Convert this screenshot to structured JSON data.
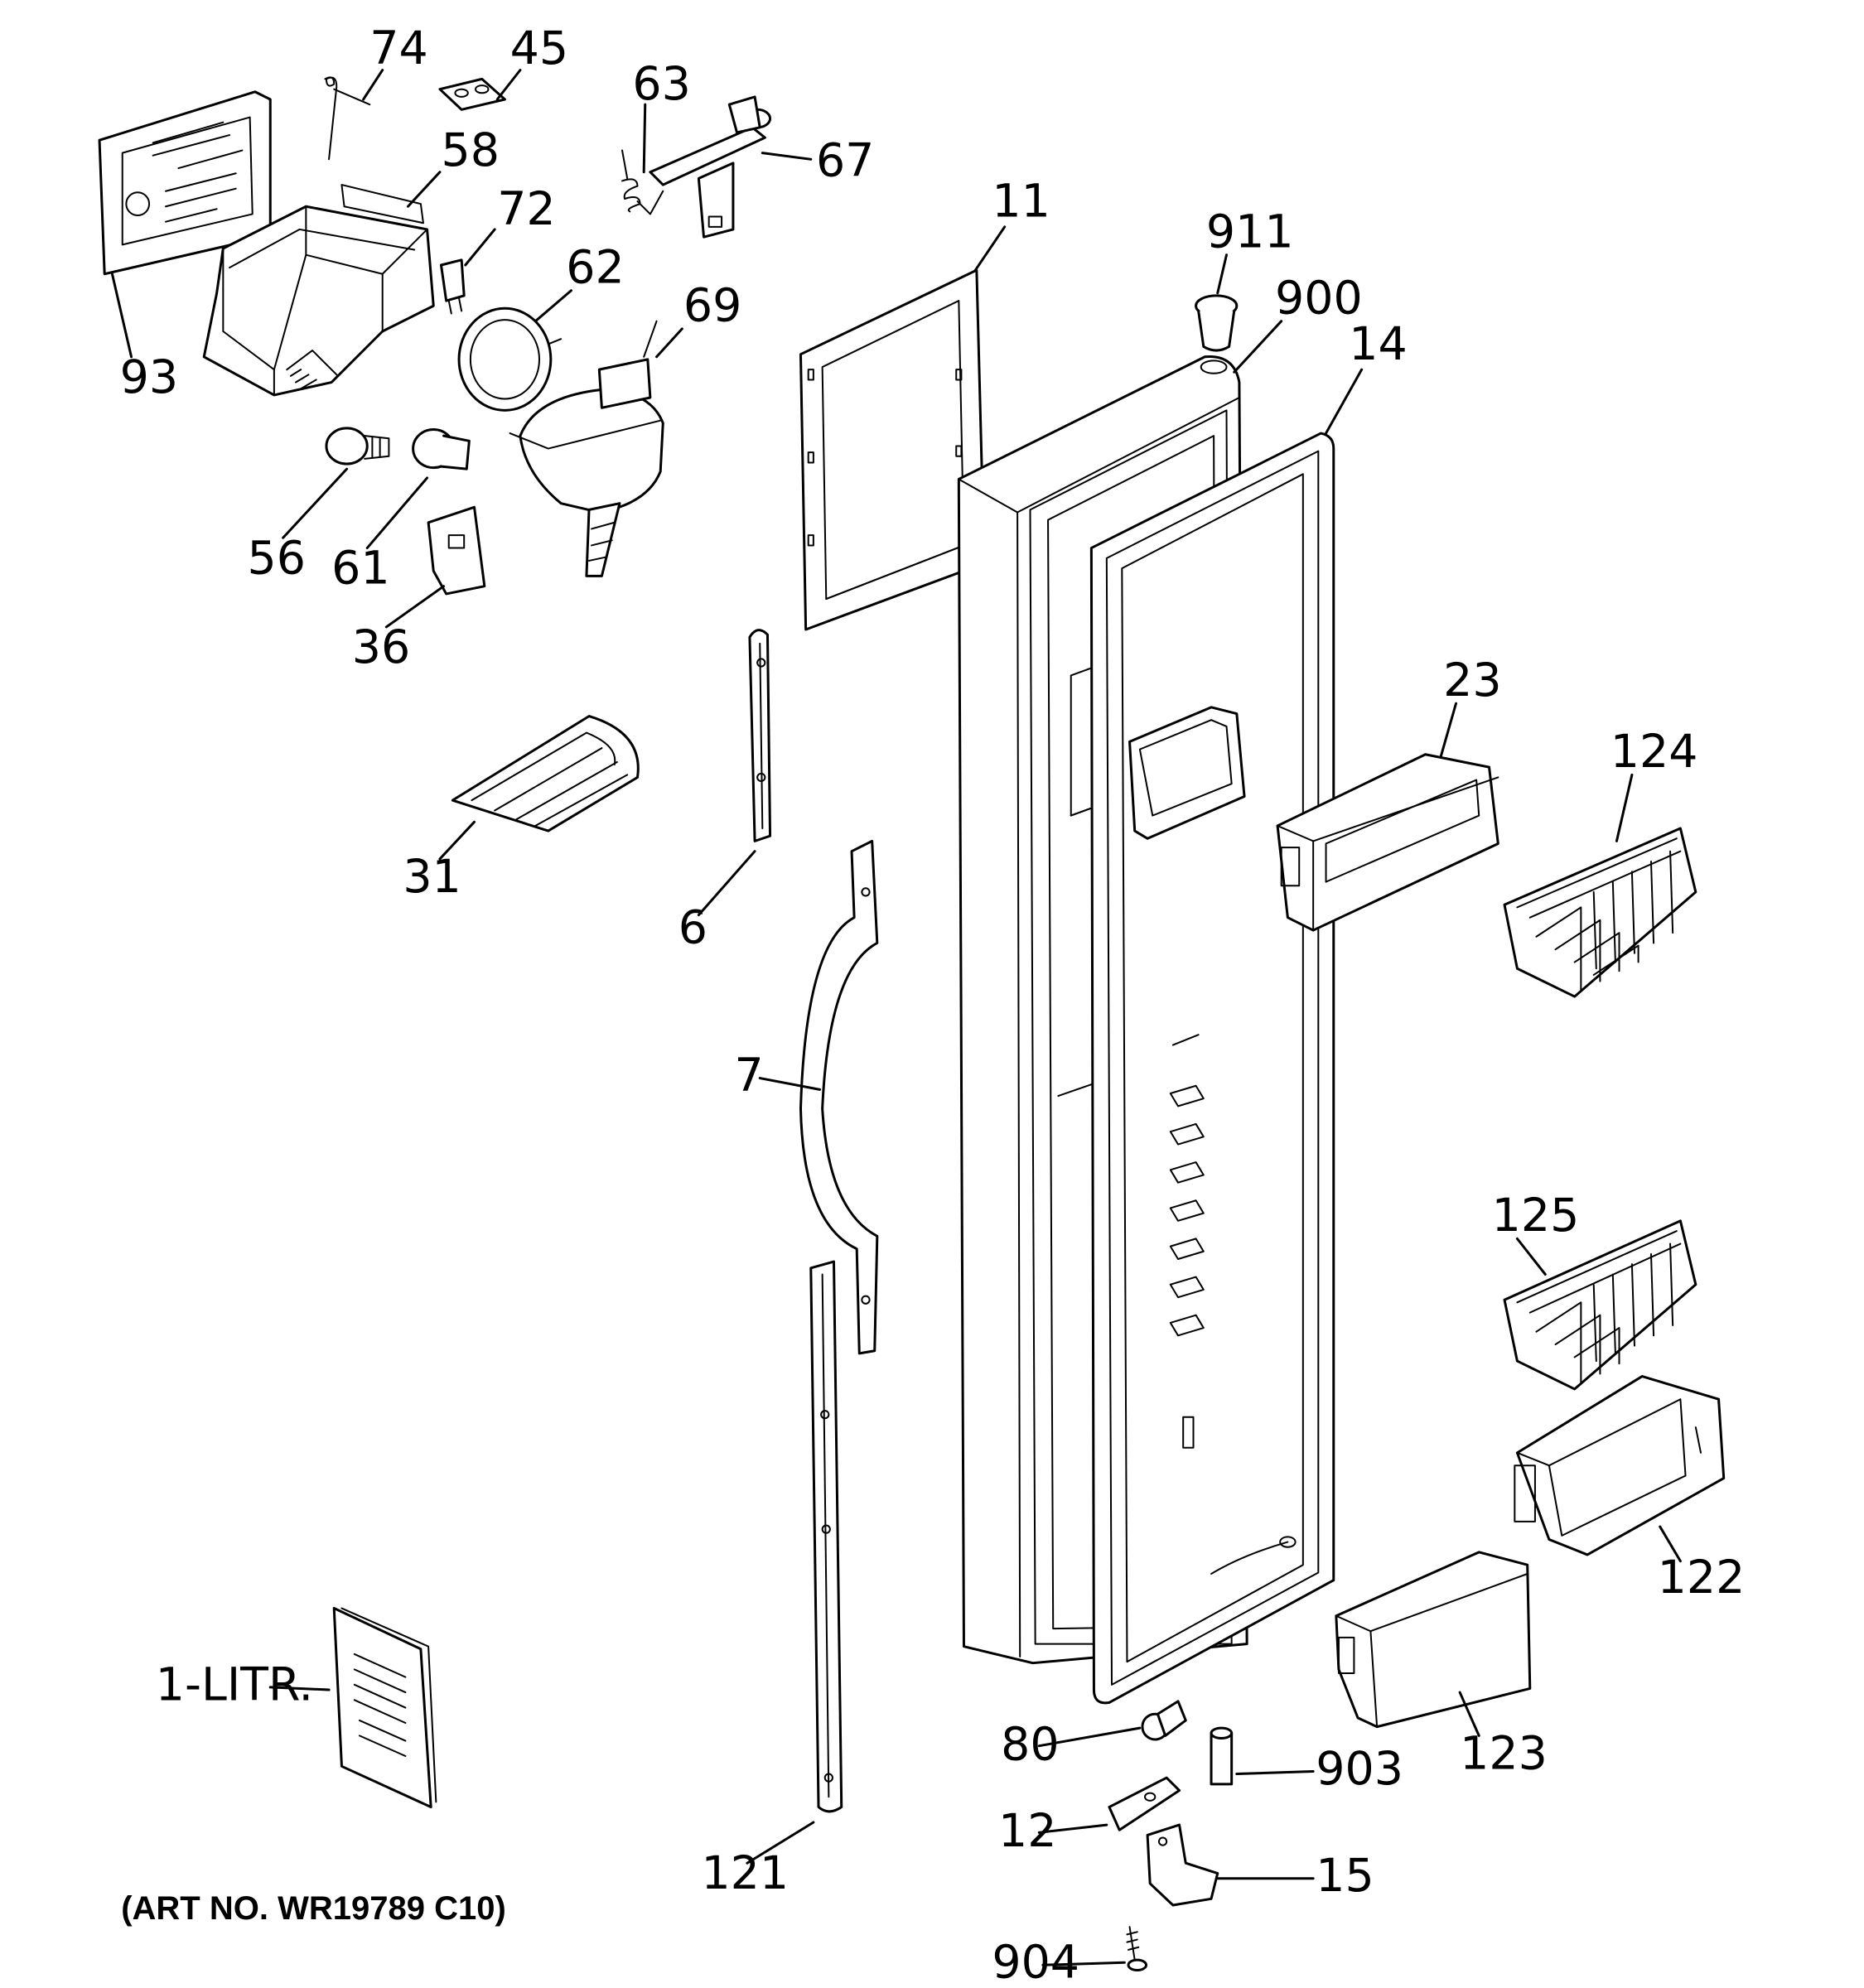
{
  "callouts": {
    "c74": "74",
    "c45": "45",
    "c63": "63",
    "c67": "67",
    "c58": "58",
    "c72": "72",
    "c62": "62",
    "c69": "69",
    "c93": "93",
    "c56": "56",
    "c61": "61",
    "c36": "36",
    "c11": "11",
    "c911": "911",
    "c900": "900",
    "c14": "14",
    "c23": "23",
    "c124": "124",
    "c31": "31",
    "c6": "6",
    "c7": "7",
    "c125": "125",
    "c122": "122",
    "c1litr": "1-LITR.",
    "c80": "80",
    "c903": "903",
    "c123": "123",
    "c12": "12",
    "c121": "121",
    "c15": "15",
    "c904": "904"
  },
  "art_number": "(ART NO. WR19789 C10)",
  "colors": {
    "line": "#000000",
    "background": "#ffffff"
  }
}
